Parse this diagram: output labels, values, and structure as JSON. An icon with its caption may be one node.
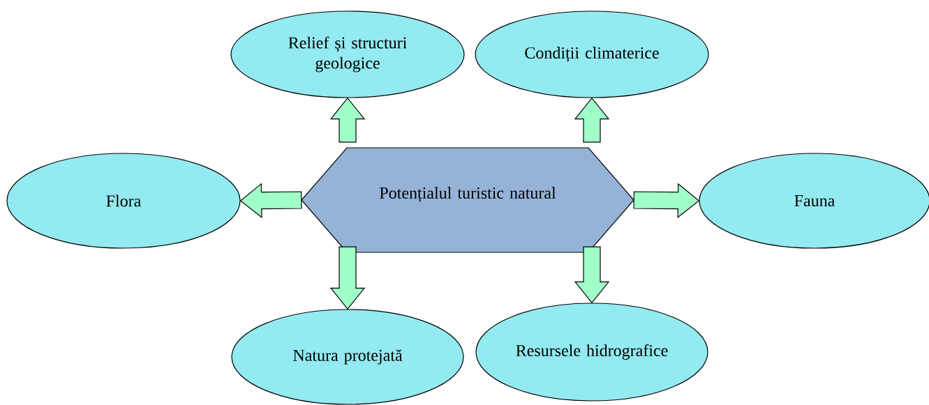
{
  "diagram": {
    "nodes": [
      {
        "text": [
          "Potențialul turistic natural"
        ]
      },
      {
        "text": [
          "Relief și structuri geologice"
        ]
      },
      {
        "text": [
          "Condiții climaterice"
        ]
      },
      {
        "text": [
          "Flora"
        ]
      },
      {
        "text": [
          "Fauna"
        ]
      },
      {
        "text": [
          "Natura protejată"
        ]
      },
      {
        "text": [
          "Resursele hidrografice"
        ]
      }
    ],
    "edges": [
      {
        "from": 0,
        "to": 1,
        "arrow": "to"
      },
      {
        "from": 0,
        "to": 2,
        "arrow": "to"
      },
      {
        "from": 0,
        "to": 3,
        "arrow": "to"
      },
      {
        "from": 0,
        "to": 4,
        "arrow": "to"
      },
      {
        "from": 0,
        "to": 5,
        "arrow": "to"
      },
      {
        "from": 0,
        "to": 6,
        "arrow": "to"
      }
    ]
  }
}
